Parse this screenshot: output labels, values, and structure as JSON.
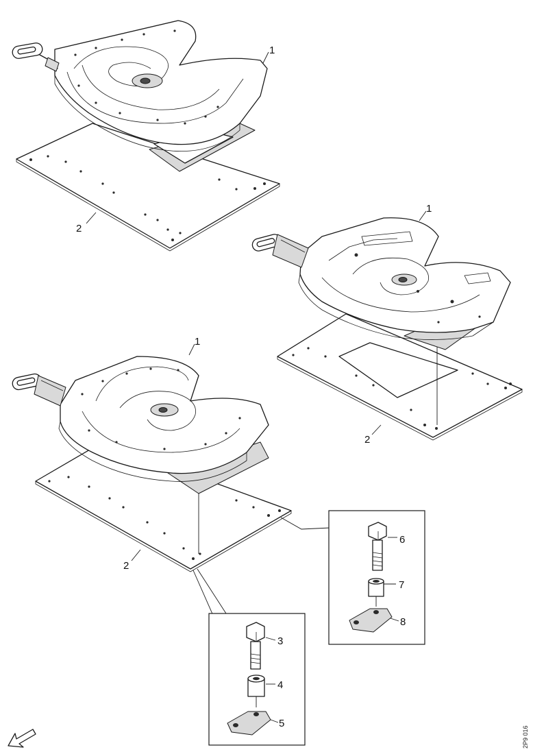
{
  "drawing_code": "2P9 016",
  "callouts": {
    "top_plate": "1",
    "top_mount": "2",
    "mid_plate": "1",
    "mid_mount": "2",
    "low_plate": "1",
    "low_mount": "2",
    "bolt_small": "3",
    "spacer_small": "4",
    "clamp_small": "5",
    "bolt_large": "6",
    "spacer_large": "7",
    "clamp_large": "8"
  },
  "icons": {
    "direction": "arrow-icon"
  }
}
